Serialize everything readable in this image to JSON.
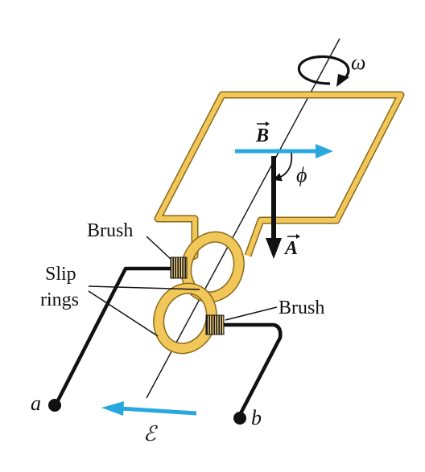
{
  "labels": {
    "omega": "ω",
    "b_field": "B",
    "phi": "ϕ",
    "area": "A",
    "brush_left": "Brush",
    "brush_right": "Brush",
    "slip_rings_line1": "Slip",
    "slip_rings_line2": "rings",
    "terminal_a": "a",
    "terminal_b": "b",
    "emf": "ℰ"
  },
  "colors": {
    "coil": "#e8b84a",
    "coil_outline": "#8a6a1a",
    "field_arrow": "#29a8e0",
    "emf_arrow": "#29a8e0",
    "wire": "#111111",
    "brush": "#222222"
  }
}
